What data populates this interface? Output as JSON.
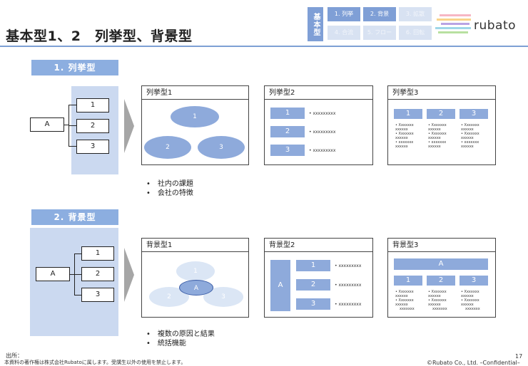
{
  "header": {
    "title": "基本型1、2　列挙型、背景型",
    "nav_vertical": "基本型",
    "nav_items": [
      "1. 列挙",
      "2. 背景",
      "3. 拡散",
      "4. 合流",
      "5. フロー",
      "6. 回転"
    ],
    "logo": "rubato"
  },
  "section1": {
    "title": "1. 列挙型",
    "tree": {
      "root": "A",
      "children": [
        "1",
        "2",
        "3"
      ]
    },
    "cards": [
      {
        "title": "列挙型1",
        "ellipses": [
          "1",
          "2",
          "3"
        ]
      },
      {
        "title": "列挙型2",
        "rows": [
          {
            "num": "1",
            "text": "xxxxxxxxx"
          },
          {
            "num": "2",
            "text": "xxxxxxxxx"
          },
          {
            "num": "3",
            "text": "xxxxxxxxx"
          }
        ]
      },
      {
        "title": "列挙型3",
        "cols": [
          "1",
          "2",
          "3"
        ],
        "col_items": [
          "Xxxxxxx xxxxxx",
          "Xxxxxxx xxxxxx",
          "xxxxxxx xxxxxx"
        ]
      }
    ],
    "bullets": [
      "社内の課題",
      "会社の特徴"
    ]
  },
  "section2": {
    "title": "2. 背景型",
    "tree": {
      "root": "A",
      "children": [
        "1",
        "2",
        "3"
      ]
    },
    "cards": [
      {
        "title": "背景型1",
        "center": "A",
        "ellipses": [
          "1",
          "2",
          "3"
        ]
      },
      {
        "title": "背景型2",
        "side": "A",
        "rows": [
          {
            "num": "1",
            "text": "xxxxxxxxx"
          },
          {
            "num": "2",
            "text": "xxxxxxxxx"
          },
          {
            "num": "3",
            "text": "xxxxxxxxx"
          }
        ]
      },
      {
        "title": "背景型3",
        "top": "A",
        "cols": [
          "1",
          "2",
          "3"
        ],
        "col_items": [
          "Xxxxxxx xxxxxx",
          "Xxxxxxx xxxxxx",
          "xxxxxxx"
        ]
      }
    ],
    "bullets": [
      "複数の原因と結果",
      "統括機能"
    ]
  },
  "footer": {
    "source": "出所：",
    "notice": "本資料の著作権は株式会社Rubatoに属します。受講生以外の使用を禁止します。",
    "copyright": "©Rubato Co., Ltd. –Confidential–",
    "page": "17"
  },
  "colors": {
    "accent": "#7f9fd6",
    "panel": "#cbd9f0",
    "shape": "#8eaadb",
    "arrow": "#a6a6a6"
  }
}
